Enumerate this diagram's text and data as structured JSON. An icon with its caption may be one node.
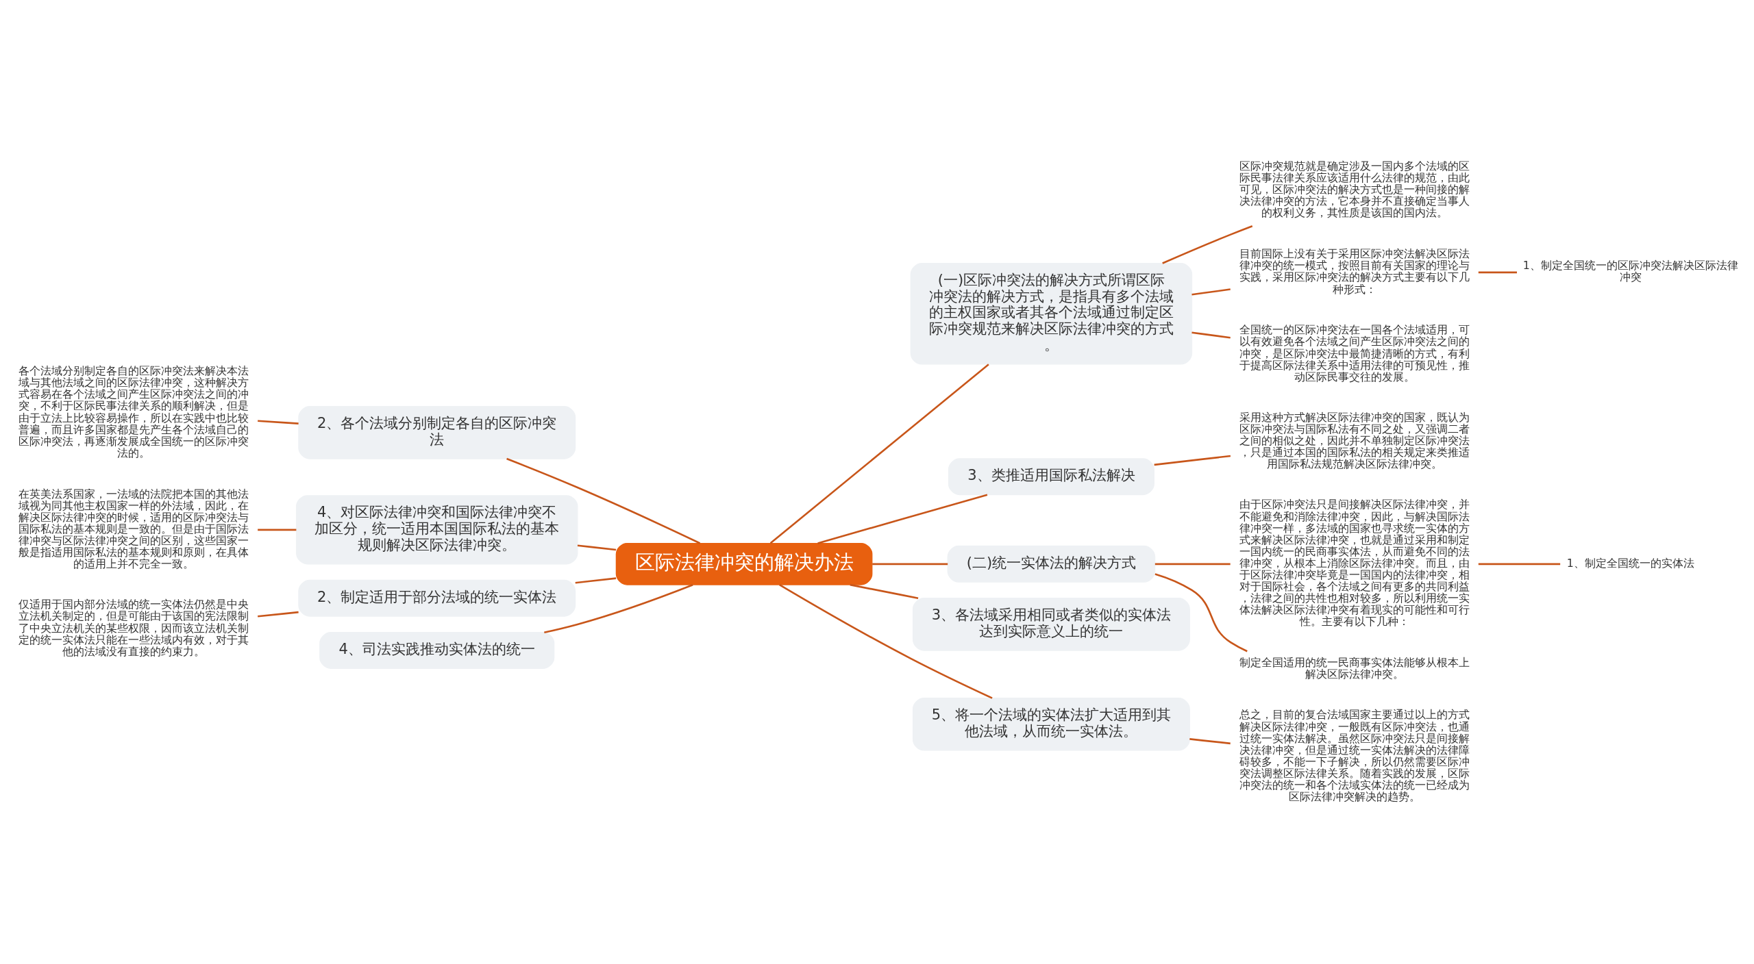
{
  "diagram": {
    "nodes": [
      {
        "text": [
          "区际法律冲突的解决办法"
        ]
      },
      {
        "text": [
          "(一)区际冲突法的解决方式所谓区际冲突法的解决方式，是指具有多个法域的主权国家或者其各个法域通过制定区际冲突规范来解决区际法律冲突的方式。"
        ]
      },
      {
        "text": [
          "区际冲突规范就是确定涉及一国内多个法域的区际民事法律关系应该适用什么法律的规范，由此可见，区际冲突法的解决方式也是一种间接的解决法律冲突的方法，它本身并不直接确定当事人的权利义务，其性质是该国的国内法。"
        ]
      },
      {
        "text": [
          "目前国际上没有关于采用区际冲突法解决区际法律冲突的统一模式，按照目前有关国家的理论与实践，采用区际冲突法的解决方式主要有以下几种形式："
        ]
      },
      {
        "text": [
          "1、制定全国统一的区际冲突法解决区际法律冲突"
        ]
      },
      {
        "text": [
          "全国统一的区际冲突法在一国各个法域适用，可以有效避免各个法域之间产生区际冲突法之间的冲突，是区际冲突法中最简捷清晰的方式，有利于提高区际法律关系中适用法律的可预见性，推动区际民事交往的发展。"
        ]
      },
      {
        "text": [
          "3、类推适用国际私法解决"
        ]
      },
      {
        "text": [
          "采用这种方式解决区际法律冲突的国家，既认为区际冲突法与国际私法有不同之处，又强调二者之间的相似之处，因此并不单独制定区际冲突法，只是通过本国的国际私法的相关规定来类推适用国际私法规范解决区际法律冲突。"
        ]
      },
      {
        "text": [
          "(二)统一实体法的解决方式"
        ]
      },
      {
        "text": [
          "由于区际冲突法只是间接解决区际法律冲突，并不能避免和消除法律冲突，因此，与解决国际法律冲突一样，多法域的国家也寻求统一实体的方式来解决区际法律冲突，也就是通过采用和制定一国内统一的民商事实体法，从而避免不同的法律冲突，从根本上消除区际法律冲突。而且，由于区际法律冲突毕竟是一国国内的法律冲突，相对于国际社会，各个法域之间有更多的共同利益，法律之间的共性也相对较多，所以利用统一实体法解决区际法律冲突有着现实的可能性和可行性。主要有以下几种："
        ]
      },
      {
        "text": [
          "1、制定全国统一的实体法"
        ]
      },
      {
        "text": [
          "制定全国适用的统一民商事实体法能够从根本上解决区际法律冲突。"
        ]
      },
      {
        "text": [
          "3、各法域采用相同或者类似的实体法达到实际意义上的统一"
        ]
      },
      {
        "text": [
          "5、将一个法域的实体法扩大适用到其他法域，从而统一实体法。"
        ]
      },
      {
        "text": [
          "总之，目前的复合法域国家主要通过以上的方式解决区际法律冲突，一般既有区际冲突法，也通过统一实体法解决。虽然区际冲突法只是间接解决法律冲突，但是通过统一实体法解决的法律障碍较多，不能一下子解决，所以仍然需要区际冲突法调整区际法律关系。随着实践的发展，区际冲突法的统一和各个法域实体法的统一已经成为区际法律冲突解决的趋势。"
        ]
      },
      {
        "text": [
          "2、各个法域分别制定各自的区际冲突法"
        ]
      },
      {
        "text": [
          "各个法域分别制定各自的区际冲突法来解决本法域与其他法域之间的区际法律冲突，这种解决方式容易在各个法域之间产生区际冲突法之间的冲突，不利于区际民事法律关系的顺利解决，但是由于立法上比较容易操作，所以在实践中也比较普遍，而且许多国家都是先产生各个法域自己的区际冲突法，再逐渐发展成全国统一的区际冲突法的。"
        ]
      },
      {
        "text": [
          "4、对区际法律冲突和国际法律冲突不加区分，统一适用本国国际私法的基本规则解决区际法律冲突。"
        ]
      },
      {
        "text": [
          "在英美法系国家，一法域的法院把本国的其他法域视为同其他主权国家一样的外法域，因此，在解决区际法律冲突的时候，适用的区际冲突法与国际私法的基本规则是一致的。但是由于国际法律冲突与区际法律冲突之间的区别，这些国家一般是指适用国际私法的基本规则和原则，在具体的适用上并不完全一致。"
        ]
      },
      {
        "text": [
          "2、制定适用于部分法域的统一实体法"
        ]
      },
      {
        "text": [
          "仅适用于国内部分法域的统一实体法仍然是中央立法机关制定的，但是可能由于该国的宪法限制了中央立法机关的某些权限，因而该立法机关制定的统一实体法只能在一些法域内有效，对于其他的法域没有直接的约束力。"
        ]
      },
      {
        "text": [
          "4、司法实践推动实体法的统一"
        ]
      }
    ],
    "edges": [
      {
        "from": 0,
        "to": 1,
        "arrow": "none"
      },
      {
        "from": 1,
        "to": 2,
        "arrow": "none"
      },
      {
        "from": 1,
        "to": 3,
        "arrow": "none"
      },
      {
        "from": 3,
        "to": 4,
        "arrow": "none"
      },
      {
        "from": 1,
        "to": 5,
        "arrow": "none"
      },
      {
        "from": 0,
        "to": 6,
        "arrow": "none"
      },
      {
        "from": 6,
        "to": 7,
        "arrow": "none"
      },
      {
        "from": 0,
        "to": 8,
        "arrow": "none"
      },
      {
        "from": 8,
        "to": 9,
        "arrow": "none"
      },
      {
        "from": 9,
        "to": 10,
        "arrow": "none"
      },
      {
        "from": 8,
        "to": 11,
        "arrow": "none"
      },
      {
        "from": 0,
        "to": 12,
        "arrow": "none"
      },
      {
        "from": 0,
        "to": 13,
        "arrow": "none"
      },
      {
        "from": 13,
        "to": 14,
        "arrow": "none"
      },
      {
        "from": 16,
        "to": 15,
        "arrow": "none"
      },
      {
        "from": 15,
        "to": 0,
        "arrow": "none"
      },
      {
        "from": 18,
        "to": 17,
        "arrow": "none"
      },
      {
        "from": 17,
        "to": 0,
        "arrow": "none"
      },
      {
        "from": 20,
        "to": 19,
        "arrow": "none"
      },
      {
        "from": 19,
        "to": 0,
        "arrow": "none"
      },
      {
        "from": 21,
        "to": 0,
        "arrow": "none"
      }
    ]
  }
}
